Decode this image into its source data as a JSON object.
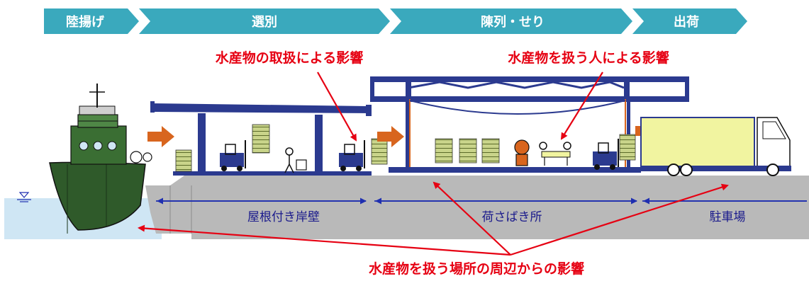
{
  "steps": [
    {
      "label": "陸揚げ"
    },
    {
      "label": "選別"
    },
    {
      "label": "陳列・せり"
    },
    {
      "label": "出荷"
    }
  ],
  "annotations": {
    "handling": "水産物の取扱による影響",
    "people": "水産物を扱う人による影響",
    "surroundings": "水産物を扱う場所の周辺からの影響"
  },
  "zones": [
    {
      "label": "屋根付き岸壁"
    },
    {
      "label": "荷さばき所"
    },
    {
      "label": "駐車場"
    }
  ],
  "colors": {
    "step": "#3aa9bd",
    "annotation": "#e60012",
    "structure": "#2b3a8f",
    "ship_hull": "#2f5a2a",
    "ground": "#b9b9b9",
    "water": "#cfe6f4",
    "flow_arrow": "#d8651e",
    "truck_box": "#f1f4a0"
  }
}
